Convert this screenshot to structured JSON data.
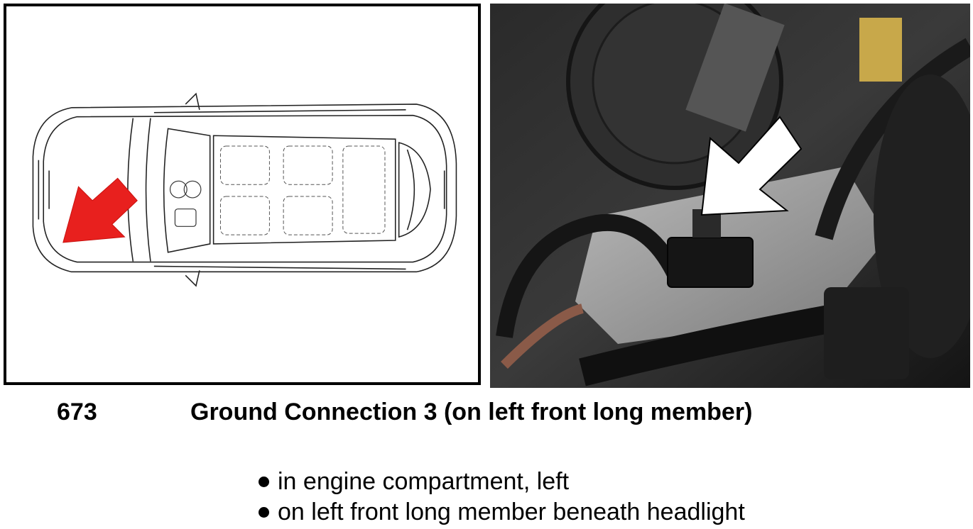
{
  "component": {
    "number": "673",
    "title": "Ground Connection 3 (on left front long member)"
  },
  "locations": [
    "in engine compartment, left",
    "on left front long member beneath headlight"
  ],
  "colors": {
    "arrow_red": "#e8201e",
    "arrow_white": "#ffffff",
    "text": "#000000"
  },
  "icons": {
    "left_panel": "vehicle-top-view-diagram",
    "right_panel": "engine-compartment-photo"
  }
}
